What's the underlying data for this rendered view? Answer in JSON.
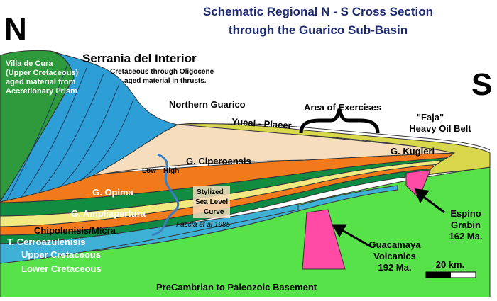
{
  "title": {
    "line1": "Schematic Regional N - S Cross Section",
    "line2": "through the Guarico Sub-Basin"
  },
  "compass": {
    "north": "N",
    "south": "S"
  },
  "villa": {
    "lines": [
      "Villa de Cura",
      "(Upper Cretaceous)",
      "aged material from",
      "Accretionary Prism"
    ]
  },
  "serrania": {
    "title": "Serrania del Interior",
    "sub1": "Cretaceous through Oligocene",
    "sub2": "aged material in thrusts."
  },
  "places": {
    "northern_guarico": "Northern Guarico",
    "yucal_placer": "Yucal - Placer",
    "area_of_exercises": "Area of Exercises",
    "faja_line1": "\"Faja\"",
    "faja_line2": "Heavy Oil Belt"
  },
  "formations": {
    "kugleri": "G. Kugleri",
    "ciperoensis": "G. Ciperoensis",
    "opima": "G. Opima",
    "ampliapertura": "G. Ampliapertura",
    "chipolensis": "Chipolenisis/Micra",
    "cerroazulensis": "T. Cerroazulenisis",
    "upper_cretaceous": "Upper Cretaceous",
    "lower_cretaceous": "Lower Cretaceous",
    "basement": "PreCambrian to Paleozoic Basement"
  },
  "sea_level": {
    "low": "Low",
    "high": "High",
    "line1": "Stylized",
    "line2": "Sea Level",
    "line3": "Curve",
    "citation": "Fascia et al 1985"
  },
  "intrusions": {
    "guacamaya": [
      "Guacamaya",
      "Volcanics",
      "192 Ma."
    ],
    "espino": [
      "Espino",
      "Grabin",
      "162 Ma."
    ]
  },
  "scale": {
    "label": "20 km."
  },
  "colors": {
    "basement": "#58e24a",
    "lower_cretaceous": "#3fb0d6",
    "upper_cretaceous": "#0f8a44",
    "cerroazulensis": "#f07a1c",
    "chipolensis": "#f3e981",
    "ampliapertura": "#128c40",
    "opima": "#f07a1c",
    "ciperoensis": "#f6ddbd",
    "kugleri": "#d9d84d",
    "prism": "#2e9a3c",
    "thrusts": "#2e9fd6",
    "intrusion": "#ff4aa6",
    "title": "#1e2a6e"
  }
}
